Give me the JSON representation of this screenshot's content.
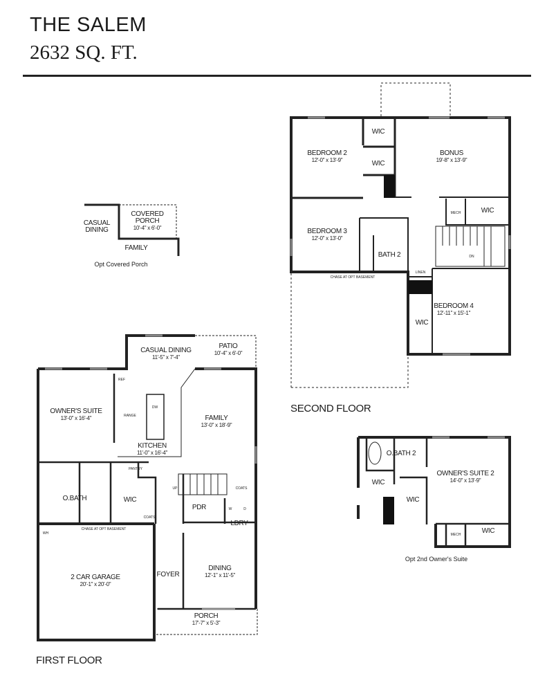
{
  "header": {
    "title": "THE SALEM",
    "square_feet": "2632 SQ. FT."
  },
  "second_floor": {
    "label": "SECOND FLOOR",
    "rooms": [
      {
        "name": "BEDROOM 2",
        "dims": "12'-0\" x 13'-9\""
      },
      {
        "name": "BONUS",
        "dims": "19'-8\" x 13'-9\""
      },
      {
        "name": "BEDROOM 3",
        "dims": "12'-0\" x 13'-0\""
      },
      {
        "name": "BATH 2"
      },
      {
        "name": "BEDROOM 4",
        "dims": "12'-11\" x 15'-1\""
      }
    ],
    "small_labels": {
      "wic": "WIC",
      "mech": "MECH",
      "linen": "LINEN",
      "dn": "DN",
      "chase": "CHASE AT OPT BASEMENT"
    }
  },
  "first_floor": {
    "label": "FIRST FLOOR",
    "rooms": [
      {
        "name": "CASUAL DINING",
        "dims": "11'-5\" x 7'-4\""
      },
      {
        "name": "PATIO",
        "dims": "10'-4\" x 6'-0\""
      },
      {
        "name": "OWNER'S SUITE",
        "dims": "13'-0\" x 16'-4\""
      },
      {
        "name": "FAMILY",
        "dims": "13'-0\" x 18'-9\""
      },
      {
        "name": "KITCHEN",
        "dims": "11'-0\" x 16'-4\""
      },
      {
        "name": "O.BATH"
      },
      {
        "name": "WIC"
      },
      {
        "name": "PDR"
      },
      {
        "name": "LDRY"
      },
      {
        "name": "2 CAR GARAGE",
        "dims": "20'-1\" x 20'-0\""
      },
      {
        "name": "FOYER"
      },
      {
        "name": "DINING",
        "dims": "12'-1\" x 11'-5\""
      },
      {
        "name": "PORCH",
        "dims": "17'-7\" x 5'-3\""
      }
    ],
    "small_labels": {
      "ref": "REF",
      "range": "RANGE",
      "dw": "DW",
      "pantry": "PANTRY",
      "coats": "COATS",
      "up": "UP",
      "wh": "WH",
      "w": "W",
      "d": "D",
      "chase": "CHASE AT OPT BASEMENT"
    }
  },
  "opt_covered_porch": {
    "caption": "Opt Covered Porch",
    "porch_name": "COVERED PORCH",
    "porch_dims": "10'-4\" x 6'-0\"",
    "casual_dining": "CASUAL DINING",
    "family": "FAMILY"
  },
  "opt_owners_suite": {
    "caption": "Opt 2nd Owner's Suite",
    "suite_name": "OWNER'S SUITE 2",
    "suite_dims": "14'-0\" x 13'-9\"",
    "bath": "O.BATH 2",
    "wic": "WIC",
    "mech": "MECH"
  }
}
